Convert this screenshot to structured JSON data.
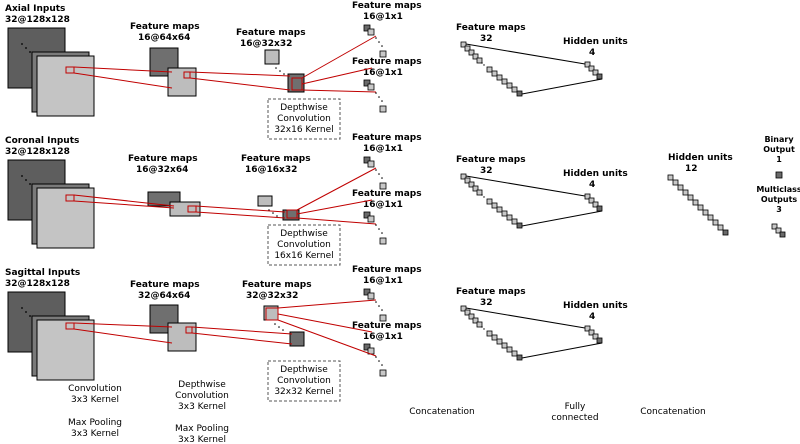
{
  "branches": [
    {
      "input_title": "Axial Inputs",
      "input_size": "32@128x128",
      "fm1_title": "Feature maps",
      "fm1_size": "16@64x64",
      "fm2_title": "Feature maps",
      "fm2_size": "16@32x32",
      "out1_title": "Feature maps",
      "out1_size": "16@1x1",
      "out2_title": "Feature maps",
      "out2_size": "16@1x1",
      "dw_line1": "Depthwise",
      "dw_line2": "Convolution",
      "dw_line3": "32x16 Kernel",
      "concat_title": "Feature maps",
      "concat_size": "32",
      "hidden_title": "Hidden units",
      "hidden_size": "4"
    },
    {
      "input_title": "Coronal Inputs",
      "input_size": "32@128x128",
      "fm1_title": "Feature maps",
      "fm1_size": "16@32x64",
      "fm2_title": "Feature maps",
      "fm2_size": "16@16x32",
      "out1_title": "Feature maps",
      "out1_size": "16@1x1",
      "out2_title": "Feature maps",
      "out2_size": "16@1x1",
      "dw_line1": "Depthwise",
      "dw_line2": "Convolution",
      "dw_line3": "16x16 Kernel",
      "concat_title": "Feature maps",
      "concat_size": "32",
      "hidden_title": "Hidden units",
      "hidden_size": "4"
    },
    {
      "input_title": "Sagittal Inputs",
      "input_size": "32@128x128",
      "fm1_title": "Feature maps",
      "fm1_size": "32@64x64",
      "fm2_title": "Feature maps",
      "fm2_size": "32@32x32",
      "out1_title": "Feature maps",
      "out1_size": "16@1x1",
      "out2_title": "Feature maps",
      "out2_size": "16@1x1",
      "dw_line1": "Depthwise",
      "dw_line2": "Convolution",
      "dw_line3": "32x32 Kernel",
      "concat_title": "Feature maps",
      "concat_size": "32",
      "hidden_title": "Hidden units",
      "hidden_size": "4"
    }
  ],
  "final": {
    "hidden_title": "Hidden units",
    "hidden_size": "12",
    "binary_line1": "Binary",
    "binary_line2": "Output",
    "binary_size": "1",
    "multi_line1": "Multiclass",
    "multi_line2": "Outputs",
    "multi_size": "3"
  },
  "bottom": {
    "conv_line1": "Convolution",
    "conv_line2": "3x3 Kernel",
    "pool1_line1": "Max Pooling",
    "pool1_line2": "3x3 Kernel",
    "dw_line1": "Depthwise",
    "dw_line2": "Convolution",
    "dw_line3": "3x3 Kernel",
    "pool2_line1": "Max Pooling",
    "pool2_line2": "3x3 Kernel",
    "concat1": "Concatenation",
    "fc_line1": "Fully",
    "fc_line2": "connected",
    "concat2": "Concatenation"
  }
}
